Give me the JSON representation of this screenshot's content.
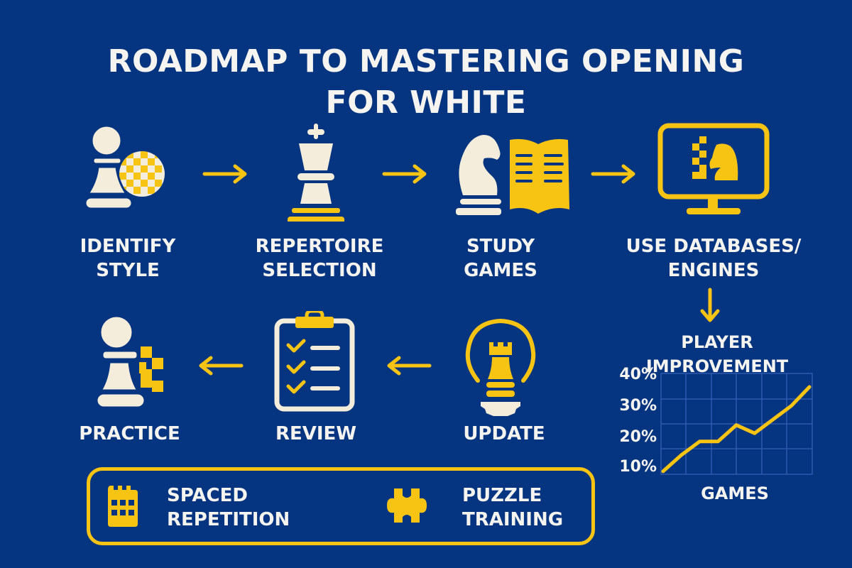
{
  "title": {
    "line1": "ROADMAP TO MASTERING OPENING",
    "line2": "FOR WHITE"
  },
  "colors": {
    "background": "#053580",
    "accent": "#f8c413",
    "light": "#f5eddc",
    "text": "#f6f4f0"
  },
  "steps": [
    {
      "line1": "IDENTIFY",
      "line2": "STYLE",
      "icon": "pawn-checkered-globe-icon"
    },
    {
      "line1": "REPERTOIRE",
      "line2": "SELECTION",
      "icon": "king-icon"
    },
    {
      "line1": "STUDY",
      "line2": "GAMES",
      "icon": "knight-book-icon"
    },
    {
      "line1": "USE DATABASES/",
      "line2": "ENGINES",
      "icon": "monitor-knight-icon"
    },
    {
      "line1": "UPDATE",
      "icon": "lightbulb-rook-icon"
    },
    {
      "line1": "REVIEW",
      "icon": "clipboard-checklist-icon"
    },
    {
      "line1": "PRACTICE",
      "icon": "pawn-checker-icon"
    }
  ],
  "chart": {
    "title": "PLAYER IMPROVEMENT",
    "xlabel": "GAMES",
    "y_ticks": [
      "40%",
      "30%",
      "20%",
      "10%"
    ],
    "points": [
      9,
      15,
      20,
      20,
      26,
      23,
      28,
      33,
      40
    ]
  },
  "footer": {
    "items": [
      {
        "line1": "SPACED",
        "line2": "REPETITION",
        "icon": "calendar-icon"
      },
      {
        "line1": "PUZZLE",
        "line2": "TRAINING",
        "icon": "puzzle-piece-icon"
      }
    ]
  }
}
